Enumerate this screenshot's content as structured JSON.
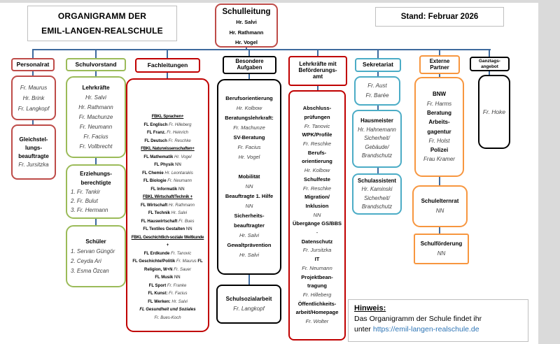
{
  "colors": {
    "connector_blue": "#3E6A9E",
    "red_muted": "#BE4B48",
    "red_bright": "#C00000",
    "green": "#9BBB59",
    "cyan": "#4BACC6",
    "orange": "#F7963F",
    "black": "#000000",
    "link_blue": "#2E75B6"
  },
  "meta": {
    "title_line1": "ORGANIGRAMM DER",
    "title_line2": "EMIL-LANGEN-REALSCHULE",
    "stand": "Stand:  Februar 2026"
  },
  "schulleitung": {
    "title": "Schulleitung",
    "lines": [
      [
        [
          "Hr. Salvi",
          "b"
        ]
      ],
      [
        [
          "Hr. Rathmann",
          "b"
        ]
      ],
      [
        [
          "Hr. Vogel",
          "b"
        ]
      ]
    ]
  },
  "headers": {
    "personalrat": "Personalrat",
    "schulvorstand": "Schulvorstand",
    "fachleitungen": "Fachleitungen",
    "besondere": "Besondere Aufgaben",
    "lehrkraefte": "Lehrkräfte mit Beförderungs-amt",
    "sekretariat": "Sekretariat",
    "externe": "Externe Partner",
    "ganztag": "Ganztags-angebot"
  },
  "boxes": {
    "personalrat_members": [
      [
        [
          "Fr. Maurus",
          "i"
        ]
      ],
      [
        [
          "Hr. Brink",
          "i"
        ]
      ],
      [
        [
          "Fr. Langkopf",
          "i"
        ]
      ]
    ],
    "gleichstellung": [
      [
        [
          "Gleichstel-",
          "b"
        ]
      ],
      [
        [
          "lungs-",
          "b"
        ]
      ],
      [
        [
          "beauftragte",
          "b"
        ]
      ],
      [
        [
          "Fr. Jursitzka",
          "i"
        ]
      ]
    ],
    "lehrkraefte_vorstand": [
      [
        [
          "Lehrkräfte",
          "b"
        ]
      ],
      [
        [
          "Hr. Salvi",
          "i"
        ]
      ],
      [
        [
          "Hr. Rathmann",
          "i"
        ]
      ],
      [
        [
          "Fr. Machunze",
          "i"
        ]
      ],
      [
        [
          "Fr. Neumann",
          "i"
        ]
      ],
      [
        [
          "Fr. Facius",
          "i"
        ]
      ],
      [
        [
          "Fr. Vollbrecht",
          "i"
        ]
      ]
    ],
    "erziehungsberechtigte": [
      [
        [
          "Erziehungs-",
          "b"
        ]
      ],
      [
        [
          "berechtigte",
          "b"
        ]
      ],
      [
        [
          "1. Fr. Tankir",
          "li"
        ]
      ],
      [
        [
          "2. Fr. Bulut",
          "li"
        ]
      ],
      [
        [
          "3. Fr. Hermann",
          "li"
        ]
      ]
    ],
    "schueler": [
      [
        [
          "Schüler",
          "b"
        ]
      ],
      [
        [
          "1. Servan Güngör",
          "li"
        ]
      ],
      [
        [
          "2. Ceyda Ari",
          "li"
        ]
      ],
      [
        [
          "3. Esma Özcan",
          "li"
        ]
      ]
    ],
    "fachleitungen": [
      [
        [
          "FBKL Sprachen+",
          "bu"
        ]
      ],
      [
        [
          "FL Englisch ",
          "b"
        ],
        [
          "Fr. Hilleberg",
          "i"
        ]
      ],
      [
        [
          "FL Franz. ",
          "b"
        ],
        [
          "Fr. Heinrich",
          "i"
        ]
      ],
      [
        [
          "FL Deutsch ",
          "b"
        ],
        [
          "Fr. Reschke",
          "i"
        ]
      ],
      [
        [
          "FBKL Naturwissenschaften+",
          "bu"
        ]
      ],
      [
        [
          "FL Mathematik ",
          "b"
        ],
        [
          "Hr. Vogel",
          "i"
        ]
      ],
      [
        [
          "FL Physik  ",
          "b"
        ],
        [
          "NN",
          "r"
        ]
      ],
      [
        [
          "FL Chemie  ",
          "b"
        ],
        [
          "Hr. Leontarakis",
          "i"
        ]
      ],
      [
        [
          "FL Biologie ",
          "b"
        ],
        [
          "Fr. Neumann",
          "i"
        ]
      ],
      [
        [
          "FL Informatik  ",
          "b"
        ],
        [
          "NN",
          "r"
        ]
      ],
      [
        [
          "FBKL Wirtschaft/Technik +",
          "bu"
        ]
      ],
      [
        [
          "FL Wirtschaft ",
          "b"
        ],
        [
          "Hr. Rathmann",
          "i"
        ]
      ],
      [
        [
          "FL Technik ",
          "b"
        ],
        [
          "Hr. Salvi",
          "i"
        ]
      ],
      [
        [
          "FL Hauswirtschaft ",
          "b"
        ],
        [
          "Fr. Bues",
          "i"
        ]
      ],
      [
        [
          "FL Textiles Gestalten  ",
          "b"
        ],
        [
          "NN",
          "r"
        ]
      ],
      [
        [
          "FBKL Geschichtlich-soziale Weltkunde",
          "bu"
        ]
      ],
      [
        [
          "+",
          "b"
        ]
      ],
      [
        [
          "FL Erdkunde  ",
          "b"
        ],
        [
          "Fr. Tanovic",
          "i"
        ]
      ],
      [
        [
          "FL Geschichte/Politik ",
          "b"
        ],
        [
          "Fr. Maurus",
          "i"
        ],
        [
          "  FL",
          "b"
        ]
      ],
      [
        [
          "Religion, W+N ",
          "b"
        ],
        [
          "Fr. Sauer",
          "i"
        ]
      ],
      [
        [
          "FL Musik ",
          "b"
        ],
        [
          "NN",
          "r"
        ]
      ],
      [
        [
          "FL Sport  ",
          "b"
        ],
        [
          "Fr. Franke",
          "i"
        ]
      ],
      [
        [
          "FL Kunst: ",
          "b"
        ],
        [
          "Fr. Facius",
          "i"
        ]
      ],
      [
        [
          "FL Werken:  ",
          "b"
        ],
        [
          "Hr. Salvi",
          "i"
        ]
      ],
      [
        [
          "FL Gesundheit und Soziales",
          "bi"
        ]
      ],
      [
        [
          "Fr. Bues-Koch",
          "i"
        ]
      ]
    ],
    "besondere_aufgaben": [
      [
        [
          "Berufsorientierung",
          "b"
        ]
      ],
      [
        [
          "Hr. Kolbow",
          "i"
        ]
      ],
      [
        [
          "Beratungslehrkraft:",
          "b"
        ]
      ],
      [
        [
          "Fr. Machunze",
          "i"
        ]
      ],
      [
        [
          "SV-Beratung",
          "b"
        ]
      ],
      [
        [
          "Fr. Facius",
          "i"
        ]
      ],
      [
        [
          "Hr. Vogel",
          "i"
        ]
      ],
      [
        [
          " ",
          "r"
        ]
      ],
      [
        [
          "Mobilität",
          "b"
        ]
      ],
      [
        [
          "NN",
          "i"
        ]
      ],
      [
        [
          "Beauftragte 1. Hilfe",
          "b"
        ]
      ],
      [
        [
          "NN",
          "i"
        ]
      ],
      [
        [
          "Sicherheits-",
          "b"
        ]
      ],
      [
        [
          "beauftragter",
          "b"
        ]
      ],
      [
        [
          "Hr. Salvi",
          "i"
        ]
      ],
      [
        [
          "Gewaltprävention",
          "b"
        ]
      ],
      [
        [
          "Hr. Salvi",
          "i"
        ]
      ]
    ],
    "schulsozialarbeit": [
      [
        [
          "Schulsozialarbeit",
          "b"
        ]
      ],
      [
        [
          "Fr. Langkopf",
          "i"
        ]
      ]
    ],
    "befoerderungsamt": [
      [
        [
          "Abschluss-",
          "b"
        ]
      ],
      [
        [
          "prüfungen",
          "b"
        ]
      ],
      [
        [
          "Fr. Tanovic",
          "i"
        ]
      ],
      [
        [
          "WPK/Profile",
          "b"
        ]
      ],
      [
        [
          "Fr. Reschke",
          "i"
        ]
      ],
      [
        [
          "Berufs-",
          "b"
        ]
      ],
      [
        [
          "orientierung",
          "b"
        ]
      ],
      [
        [
          "Hr. Kolbow",
          "i"
        ]
      ],
      [
        [
          "Schulfeste",
          "b"
        ]
      ],
      [
        [
          "Fr. Reschke",
          "i"
        ]
      ],
      [
        [
          "Migration/",
          "b"
        ]
      ],
      [
        [
          "Inklusion",
          "b"
        ]
      ],
      [
        [
          "NN",
          "i"
        ]
      ],
      [
        [
          "Übergänge GS/BBS",
          "b"
        ]
      ],
      [
        [
          "-",
          "r"
        ]
      ],
      [
        [
          "Datenschutz",
          "b"
        ]
      ],
      [
        [
          "Fr. Jursitzka",
          "i"
        ]
      ],
      [
        [
          "IT",
          "b"
        ]
      ],
      [
        [
          "Fr. Neumann",
          "i"
        ]
      ],
      [
        [
          "Projektbean-",
          "b"
        ]
      ],
      [
        [
          "tragung",
          "b"
        ]
      ],
      [
        [
          "Fr. Hilleberg",
          "i"
        ]
      ],
      [
        [
          "Öffentlichkeits-",
          "b"
        ]
      ],
      [
        [
          "arbeit/Homepage",
          "b"
        ]
      ],
      [
        [
          "Fr. Wolter",
          "i"
        ]
      ]
    ],
    "sekretariat_members": [
      [
        [
          "Fr. Aust",
          "i"
        ]
      ],
      [
        [
          "Fr. Barée",
          "i"
        ]
      ]
    ],
    "hausmeister": [
      [
        [
          "Hausmeister",
          "b"
        ]
      ],
      [
        [
          "Hr. Hahnemann",
          "i"
        ]
      ],
      [
        [
          "Sicherheit/",
          "i"
        ]
      ],
      [
        [
          "Gebäude/",
          "i"
        ]
      ],
      [
        [
          "Brandschutz",
          "i"
        ]
      ]
    ],
    "schulassistent": [
      [
        [
          "Schulassistent",
          "b"
        ]
      ],
      [
        [
          "Hr. Kaminski",
          "i"
        ]
      ],
      [
        [
          "Sicherheit/",
          "i"
        ]
      ],
      [
        [
          "Brandschutz",
          "i"
        ]
      ]
    ],
    "externe_partner": [
      [
        [
          "BNW",
          "b"
        ]
      ],
      [
        [
          "Fr. Harms",
          "i"
        ]
      ],
      [
        [
          "Beratung",
          "b"
        ]
      ],
      [
        [
          "Arbeits-",
          "b"
        ]
      ],
      [
        [
          "gagentur",
          "b"
        ]
      ],
      [
        [
          "Fr. Holst",
          "i"
        ]
      ],
      [
        [
          "Polizei",
          "b"
        ]
      ],
      [
        [
          "Frau Kramer",
          "i"
        ]
      ]
    ],
    "schulelternrat": [
      [
        [
          "Schulelternrat",
          "b"
        ]
      ],
      [
        [
          "NN",
          "i"
        ]
      ]
    ],
    "schulfoerderung": [
      [
        [
          "Schulförderung",
          "b"
        ]
      ],
      [
        [
          "NN",
          "i"
        ]
      ]
    ],
    "ganztagsangebot": [
      [
        [
          "Fr. Hoke",
          "i"
        ]
      ]
    ]
  },
  "hinweis": {
    "title": "Hinweis:",
    "line1": "Das Organigramm der Schule findet ihr",
    "line2_prefix": "unter ",
    "link": "https://emil-langen-realschule.de"
  }
}
